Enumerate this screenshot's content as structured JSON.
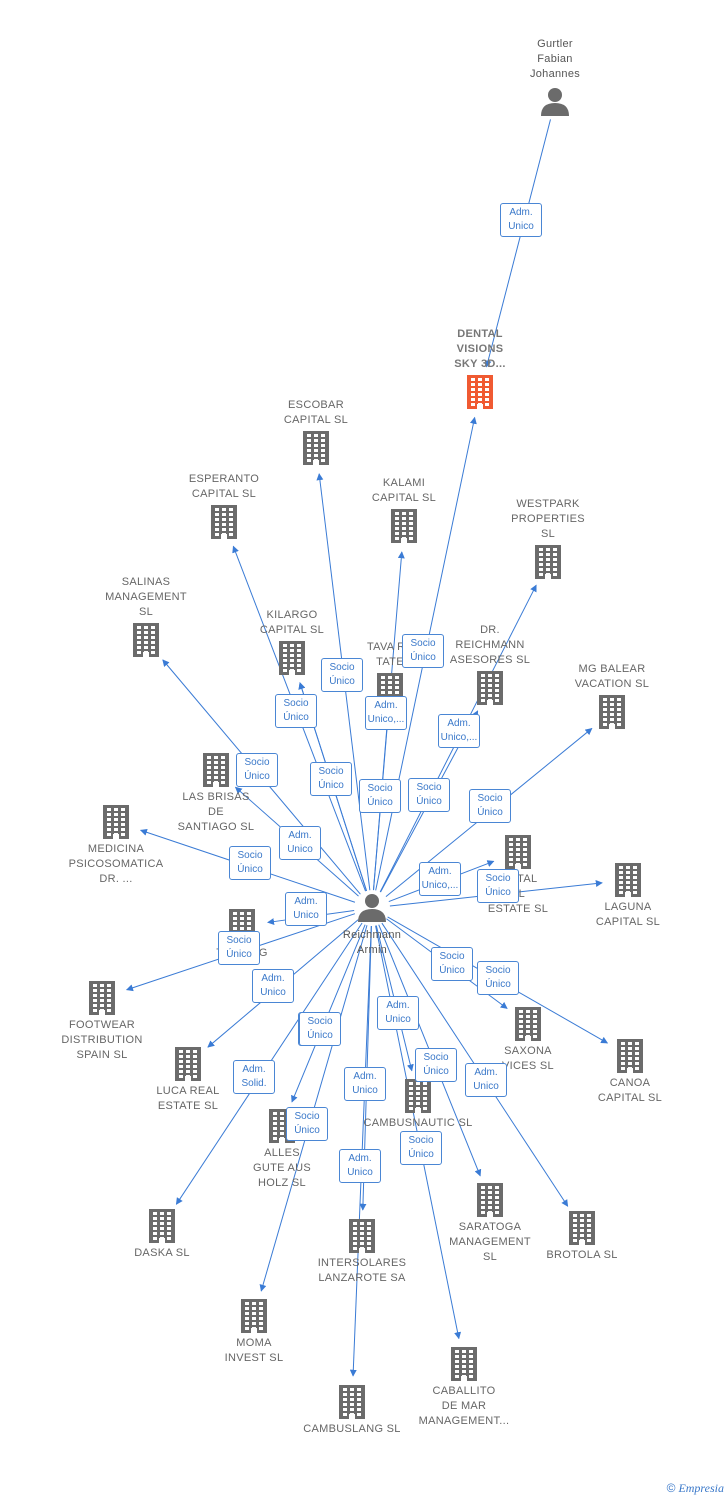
{
  "colors": {
    "edge": "#3a7bd5",
    "company": "#6b6b6b",
    "highlight": "#f05a32",
    "person": "#6b6b6b"
  },
  "center": {
    "label": "Reichmann\nArmin",
    "icon": "person-icon"
  },
  "nodes": [
    {
      "id": "gurtler",
      "label": "Gurtler\nFabian\nJohannes",
      "kind": "person"
    },
    {
      "id": "dental",
      "label": "DENTAL\nVISIONS\nSKY 3D...",
      "kind": "highlight"
    },
    {
      "id": "escobar",
      "label": "ESCOBAR\nCAPITAL  SL",
      "kind": "company"
    },
    {
      "id": "esperanto",
      "label": "ESPERANTO\nCAPITAL  SL",
      "kind": "company"
    },
    {
      "id": "kalami",
      "label": "KALAMI\nCAPITAL  SL",
      "kind": "company"
    },
    {
      "id": "westpark",
      "label": "WESTPARK\nPROPERTIES\nSL",
      "kind": "company"
    },
    {
      "id": "salinas",
      "label": "SALINAS\nMANAGEMENT\nSL",
      "kind": "company"
    },
    {
      "id": "kilargo",
      "label": "KILARGO\nCAPITAL  SL",
      "kind": "company"
    },
    {
      "id": "tava",
      "label": "TAVA RE\nTATE",
      "kind": "company"
    },
    {
      "id": "drreichmann",
      "label": "DR.\nREICHMANN\nASESORES  SL",
      "kind": "company"
    },
    {
      "id": "mgbalear",
      "label": "MG BALEAR\nVACATION  SL",
      "kind": "company"
    },
    {
      "id": "lasbrisas",
      "label": "LAS BRISAS\nDE\nSANTIAGO SL",
      "kind": "company"
    },
    {
      "id": "medicina",
      "label": "MEDICINA\nPSICOSOMATICA\nDR. ...",
      "kind": "company"
    },
    {
      "id": "capital_estate",
      "label": "APITAL\nAL\nESTATE  SL",
      "kind": "company"
    },
    {
      "id": "laguna",
      "label": "LAGUNA\nCAPITAL  SL",
      "kind": "company"
    },
    {
      "id": "trading",
      "label": "TRADING",
      "kind": "company"
    },
    {
      "id": "footwear",
      "label": "FOOTWEAR\nDISTRIBUTION\nSPAIN  SL",
      "kind": "company"
    },
    {
      "id": "luca",
      "label": "LUCA REAL\nESTATE  SL",
      "kind": "company"
    },
    {
      "id": "saxona",
      "label": "SAXONA\nVICES  SL",
      "kind": "company"
    },
    {
      "id": "canoa",
      "label": "CANOA\nCAPITAL  SL",
      "kind": "company"
    },
    {
      "id": "alles",
      "label": "ALLES\nGUTE AUS\nHOLZ  SL",
      "kind": "company"
    },
    {
      "id": "cambusnautic",
      "label": "CAMBUSNAUTIC SL",
      "kind": "company"
    },
    {
      "id": "daska",
      "label": "DASKA  SL",
      "kind": "company"
    },
    {
      "id": "saratoga",
      "label": "SARATOGA\nMANAGEMENT\nSL",
      "kind": "company"
    },
    {
      "id": "brotola",
      "label": "BROTOLA SL",
      "kind": "company"
    },
    {
      "id": "intersolares",
      "label": "INTERSOLARES\nLANZAROTE SA",
      "kind": "company"
    },
    {
      "id": "moma",
      "label": "MOMA\nINVEST  SL",
      "kind": "company"
    },
    {
      "id": "caballito",
      "label": "CABALLITO\nDE MAR\nMANAGEMENT...",
      "kind": "company"
    },
    {
      "id": "cambuslang",
      "label": "CAMBUSLANG SL",
      "kind": "company"
    }
  ],
  "edge_labels": [
    "Adm.\nUnico",
    "Socio\nÚnico",
    "Adm.\nUnico,...",
    "Socio\nÚnico",
    "Socio\nÚnico",
    "Adm.\nUnico,...",
    "Socio\nÚnico",
    "Socio\nÚnico",
    "Socio\nÚnico",
    "Socio\nÚnico",
    "Socio\nÚnico",
    "Adm.\nUnico",
    "Socio\nÚnico",
    "Adm.\nUnico,...",
    "Socio\nÚnico",
    "Adm.\nUnico",
    "Adm.\nUnico",
    "Socio\nÚnico",
    "Socio\nÚnico",
    "Socio\nÚnico",
    "Adm.\nUnico",
    "Socio\nÚnico",
    "Adm.\nSolid.",
    "Adm.\nUnico",
    "Socio\nÚnico",
    "Adm.\nUnico",
    "Socio\nÚnico",
    "Socio\nÚnico",
    "Adm.\nUnico",
    "Socio\nÚnico"
  ],
  "watermark": {
    "symbol": "©",
    "brand": "Empresia"
  }
}
